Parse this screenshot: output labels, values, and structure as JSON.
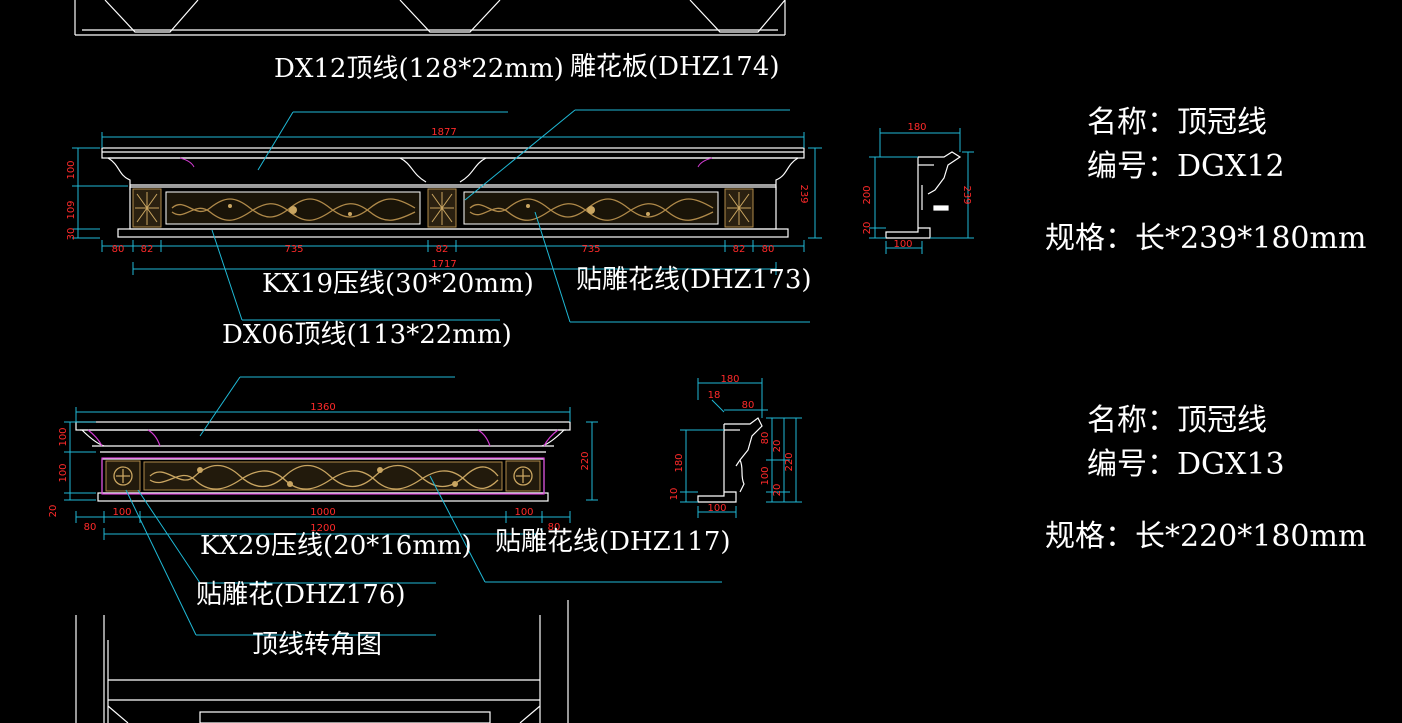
{
  "colors": {
    "background": "#000000",
    "outline": "#ffffff",
    "dimension": "#ff2a2a",
    "leader": "#1fb9d6",
    "carving": "#b08a4a",
    "corbel": "#d23cd2"
  },
  "drawing1": {
    "callouts": {
      "top_molding": "DX12顶线(128*22mm)",
      "carved_panel": "雕花板(DHZ174)",
      "press_line": "KX19压线(30*20mm)",
      "carved_line": "贴雕花线(DHZ173)",
      "bottom_molding": "DX06顶线(113*22mm)"
    },
    "dims": {
      "overall": "1877",
      "inner": "1717",
      "seg_end_a": "80",
      "seg_block_a": "82",
      "seg_panel_a": "735",
      "seg_block_mid": "82",
      "seg_panel_b": "735",
      "seg_block_b": "82",
      "seg_end_b": "80",
      "left_top": "100",
      "left_mid": "109",
      "left_bottom": "30",
      "right_height": "239"
    },
    "section": {
      "width": "180",
      "height": "239",
      "inner_height": "200",
      "base": "100",
      "lip": "20"
    },
    "info": {
      "name": "名称：顶冠线",
      "code": "编号：DGX12",
      "spec": "规格：长*239*180mm"
    }
  },
  "drawing2": {
    "callouts": {
      "press_line": "KX29压线(20*16mm)",
      "carved_line": "贴雕花线(DHZ117)",
      "carving": "贴雕花(DHZ176)",
      "corner_view": "顶线转角图"
    },
    "dims": {
      "overall": "1360",
      "inner": "1200",
      "seg_end_a": "80",
      "seg_block_a": "100",
      "seg_panel": "1000",
      "seg_block_b": "100",
      "seg_end_b": "80",
      "left_top": "100",
      "left_mid": "100",
      "left_bottom": "20",
      "right_height": "220"
    },
    "section": {
      "width": "180",
      "top_offset": "18",
      "top_lip": "80",
      "height_left": "180",
      "foot": "10",
      "base": "100",
      "r1": "80",
      "r2": "20",
      "r3": "100",
      "r4": "20",
      "total": "220"
    },
    "info": {
      "name": "名称：顶冠线",
      "code": "编号：DGX13",
      "spec": "规格：长*220*180mm"
    }
  }
}
